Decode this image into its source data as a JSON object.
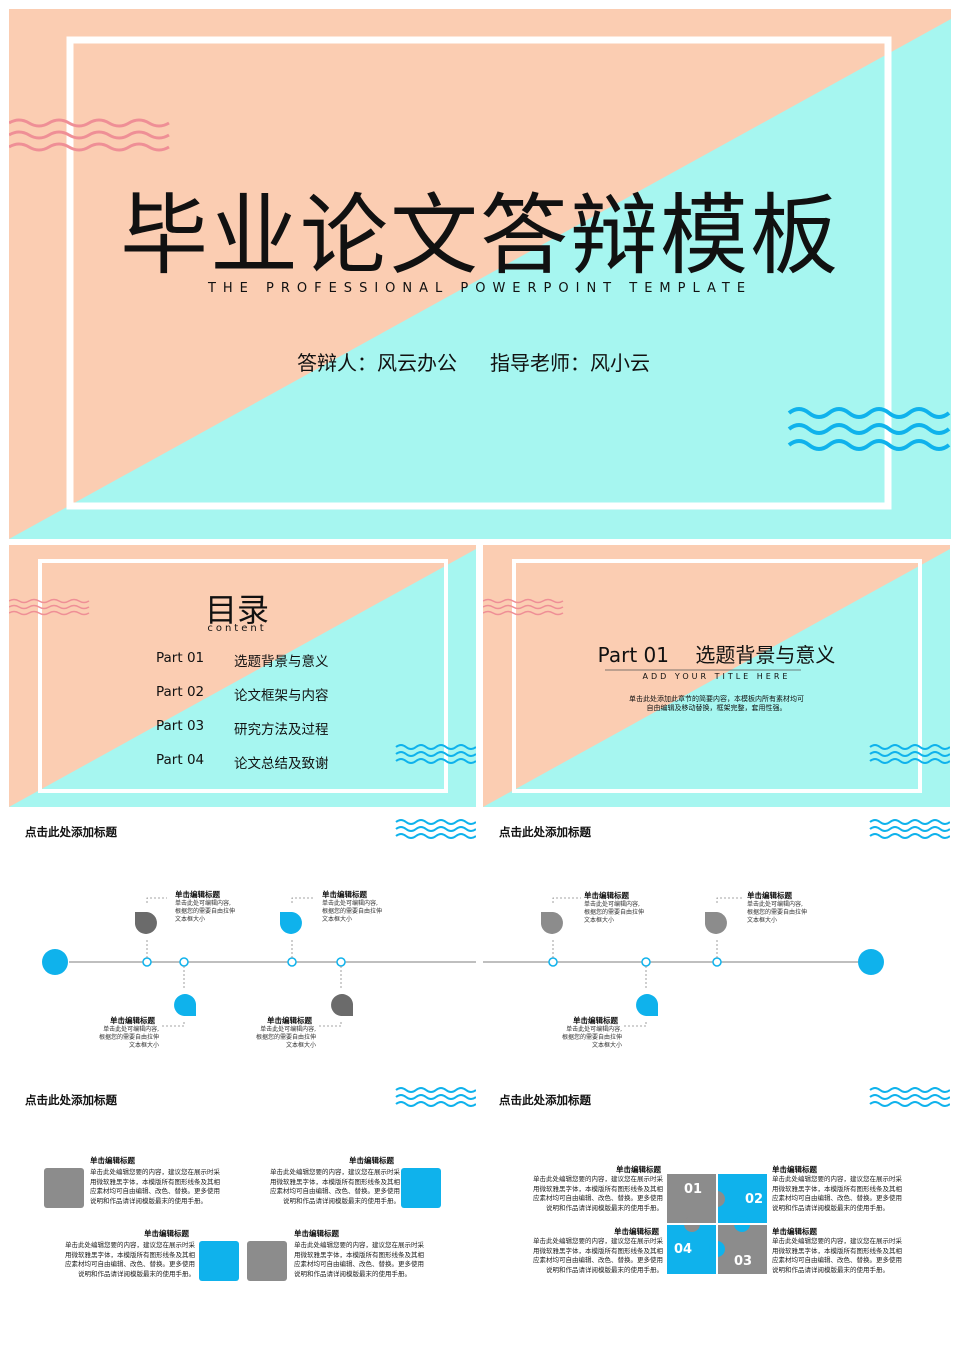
{
  "colors": {
    "peach": "#fbcdb2",
    "aqua": "#a6f6f0",
    "blue": "#0fb2ec",
    "gray": "#8c8c8c",
    "dark_gray": "#6b6b6b",
    "pink_wave": "#ef8f96"
  },
  "cover": {
    "title": "毕业论文答辩模板",
    "subtitle": "THE PROFESSIONAL POWERPOINT TEMPLATE",
    "presenter": "答辩人：风云办公",
    "advisor": "指导老师：风小云"
  },
  "toc": {
    "title": "目录",
    "subtitle": "content",
    "items": [
      {
        "part": "Part 01",
        "label": "选题背景与意义"
      },
      {
        "part": "Part 02",
        "label": "论文框架与内容"
      },
      {
        "part": "Part 03",
        "label": "研究方法及过程"
      },
      {
        "part": "Part 04",
        "label": "论文总结及致谢"
      }
    ]
  },
  "section": {
    "title": "Part 01　 选题背景与意义",
    "subtitle": "ADD YOUR TITLE HERE",
    "desc1": "单击此处添加此章节的简要内容，本模板内所有素材均可",
    "desc2": "自由编辑及移动替换，框架完整，套用性强。"
  },
  "common": {
    "slide_heading": "点击此处添加标题",
    "item_title": "单击编辑标题",
    "tl_desc1": "单击此处可编辑内容,",
    "tl_desc2": "根据您的需要自由拉伸",
    "tl_desc3": "文本框大小",
    "para1": "单击此处编辑您要的内容，建议您在展示时采",
    "para2": "用微软雅黑字体，本模版所有图形线条及其相",
    "para3": "应素材均可自由编辑、改色、替换。更多使用",
    "para4": "说明和作品请详阅模版最末的使用手册。"
  },
  "puzzle": [
    "01",
    "02",
    "03",
    "04"
  ]
}
